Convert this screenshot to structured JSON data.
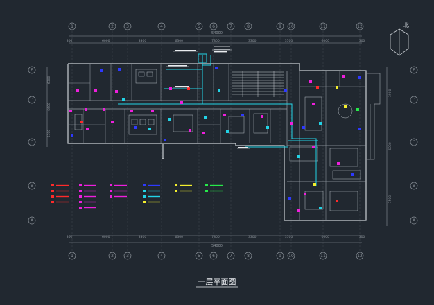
{
  "drawing": {
    "title": "一层平面图",
    "north_label": "北"
  },
  "axes": {
    "columns": [
      "1",
      "2",
      "3",
      "4",
      "5",
      "6",
      "7",
      "8",
      "9",
      "10",
      "11",
      "12"
    ],
    "rows": [
      "E",
      "D",
      "C",
      "B",
      "A"
    ],
    "dim_top": [
      "300",
      "6000",
      "3300",
      "6300",
      "7800",
      "3300",
      "3700",
      "6000",
      "300"
    ],
    "dim_total": "54000",
    "dim_bottom": [
      "300",
      "6000",
      "3300",
      "6300",
      "7800",
      "3300",
      "3700",
      "6000",
      "300"
    ],
    "dim_left": [
      "6300",
      "6600",
      "6300"
    ],
    "dim_right": [
      "3900",
      "6900",
      "7500"
    ]
  },
  "colors": {
    "background": "#212830",
    "lines": "#8d949b",
    "walls": "#c9ced3",
    "cyan": "#22d3e6",
    "magenta": "#ee1fdd",
    "red": "#ff2a2a",
    "blue": "#2e39ff",
    "yellow": "#f4ef2e",
    "green": "#27e84a",
    "white": "#e9ecef"
  }
}
